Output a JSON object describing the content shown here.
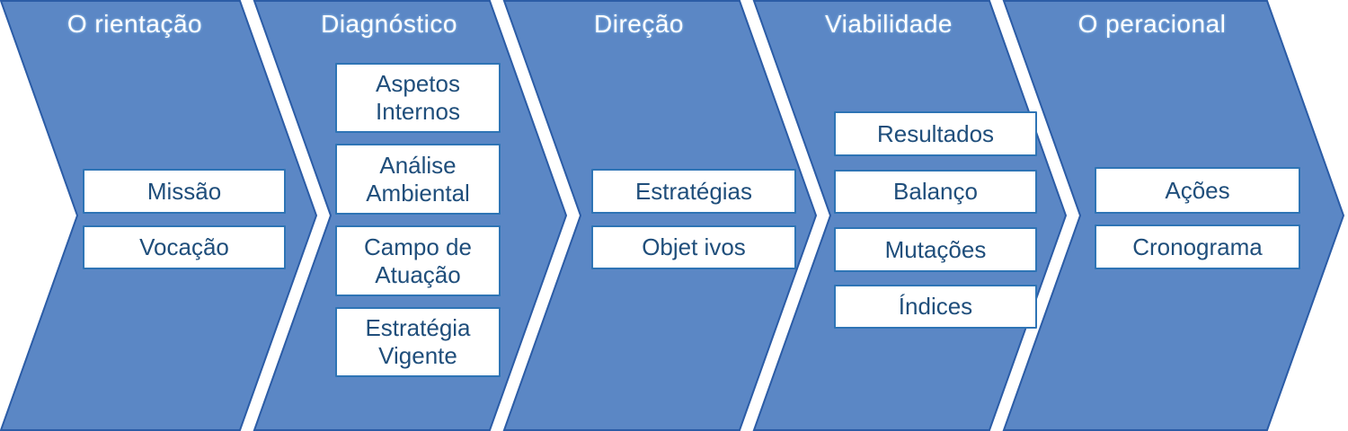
{
  "diagram": {
    "type": "chevron-process-flow",
    "direction": "left-to-right",
    "colors": {
      "chevron_fill": "#5B87C5",
      "chevron_outline": "#2B5CA6",
      "box_fill": "#FFFFFF",
      "box_border": "#2E74B5",
      "box_text": "#1F4E7B",
      "title_text": "#FFFFFF"
    },
    "stages": [
      {
        "title": "O rientação",
        "boxes": [
          "Missão",
          "Vocação"
        ]
      },
      {
        "title": "Diagnóstico",
        "boxes": [
          "Aspetos Internos",
          "Análise Ambiental",
          "Campo de Atuação",
          "Estratégia Vigente"
        ]
      },
      {
        "title": "Direção",
        "boxes": [
          "Estratégias",
          "Objet ivos"
        ]
      },
      {
        "title": "Viabilidade",
        "boxes": [
          "Resultados",
          "Balanço",
          "Mutações",
          "Índices"
        ]
      },
      {
        "title": "O peracional",
        "boxes": [
          "Ações",
          "Cronograma"
        ]
      }
    ]
  }
}
